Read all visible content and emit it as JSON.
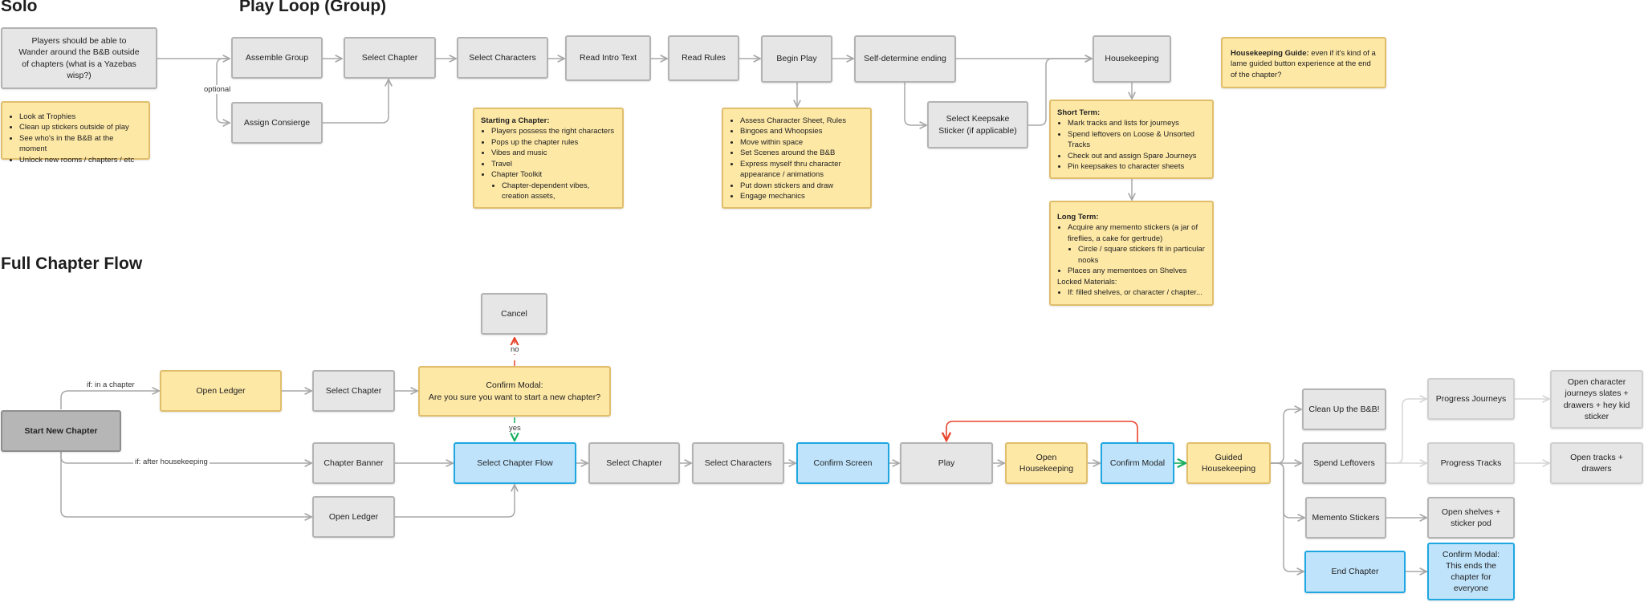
{
  "headings": {
    "solo": "Solo",
    "play_loop": "Play Loop  (Group)",
    "full_chapter_flow": "Full Chapter Flow"
  },
  "solo": {
    "wander": "Players should be able to Wander around the B&B outside of chapters (what is a Yazebas wisp?)",
    "list": [
      "Look at Trophies",
      "Clean up stickers outside of play",
      "See who's in the B&B at the moment",
      "Unlock new rooms / chapters / etc"
    ]
  },
  "loop": {
    "assemble_group": "Assemble Group",
    "assign_consierge": "Assign Consierge",
    "optional": "optional",
    "select_chapter": "Select Chapter",
    "select_characters": "Select Characters",
    "read_intro_text": "Read Intro Text",
    "read_rules": "Read Rules",
    "begin_play": "Begin Play",
    "self_determine_ending": "Self-determine ending",
    "select_keepsake": "Select Keepsake Sticker (if applicable)",
    "housekeeping": "Housekeeping",
    "guide": {
      "title": "Housekeeping Guide:",
      "text": " even if it's kind of a lame guided button experience at the end of the chapter?"
    },
    "starting_chapter": {
      "title": "Starting a Chapter:",
      "items": [
        "Players possess the right characters",
        "Pops up the chapter rules",
        "Vibes and music",
        "Travel",
        "Chapter Toolkit"
      ],
      "sub_items": [
        "Chapter-dependent vibes, creation assets,"
      ]
    },
    "begin_play_notes": [
      "Assess Character Sheet, Rules",
      "Bingoes and Whoopsies",
      "Move within space",
      "Set Scenes around the B&B",
      "Express myself thru character appearance / animations",
      "Put down stickers and draw",
      "Engage mechanics"
    ],
    "short_term": {
      "title": "Short Term:",
      "items": [
        "Mark tracks and lists for journeys",
        "Spend leftovers on Loose & Unsorted Tracks",
        "Check out and assign Spare Journeys",
        "Pin keepsakes to character sheets"
      ]
    },
    "long_term": {
      "title": "Long Term:",
      "items": [
        "Acquire any memento stickers (a jar of fireflies, a cake for gertrude)"
      ],
      "sub_items": [
        "Circle / square stickers fit in particular nooks"
      ],
      "items2": [
        "Places any mementoes on Shelves"
      ],
      "locked_title": "Locked Materials:",
      "locked_items": [
        "If: filled shelves, or character / chapter..."
      ]
    }
  },
  "flow": {
    "start_new_chapter": "Start New Chapter",
    "if_in_chapter": "if: in a chapter",
    "if_after_housekeeping": "if: after housekeeping",
    "open_ledger": "Open Ledger",
    "select_chapter": "Select Chapter",
    "confirm_modal_title": "Confirm Modal:",
    "confirm_modal_text": "Are you sure you want to start a new chapter?",
    "cancel": "Cancel",
    "no": "no",
    "yes": "yes",
    "chapter_banner": "Chapter Banner",
    "select_chapter_flow": "Select Chapter Flow",
    "select_characters": "Select Characters",
    "confirm_screen": "Confirm Screen",
    "play": "Play",
    "open_housekeeping": "Open Housekeeping",
    "confirm_modal": "Confirm Modal",
    "guided_housekeeping": "Guided Housekeeping",
    "clean_up": "Clean Up the B&B!",
    "spend_leftovers": "Spend Leftovers",
    "memento_stickers": "Memento Stickers",
    "end_chapter": "End Chapter",
    "progress_journeys": "Progress Journeys",
    "progress_tracks": "Progress Tracks",
    "open_shelves": "Open shelves + sticker pod",
    "confirm_end_title": "Confirm Modal:",
    "confirm_end_text": "This ends the chapter for everyone",
    "open_char_journeys": "Open character journeys slates + drawers +  hey kid sticker",
    "open_tracks": "Open tracks + drawers"
  },
  "colors": {
    "node_gray": "#e6e6e6",
    "node_yellow": "#fde8a6",
    "node_blue": "#bfe3fb",
    "node_dark": "#b6b6b6",
    "edge_gray": "#a8a8a8",
    "edge_red": "#e8452c",
    "edge_green": "#14ae5c"
  }
}
